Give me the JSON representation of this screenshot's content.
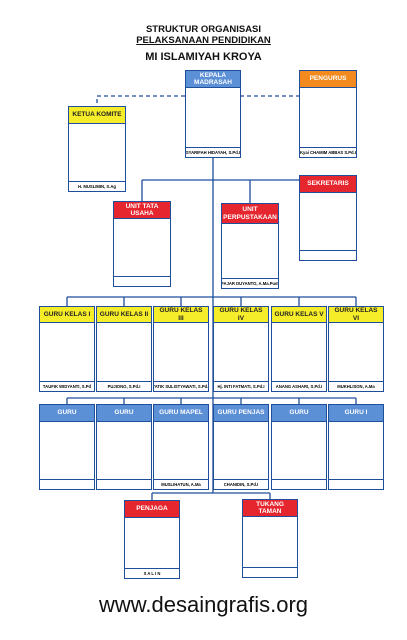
{
  "header": {
    "line1": "STRUKTUR ORGANISASI",
    "line2": "PELAKSANAAN PENDIDIKAN",
    "line3": "MI ISLAMIYAH KROYA"
  },
  "top": {
    "kepala": {
      "title": "KEPALA MADRASAH",
      "name": "SYARIFAH HIDAYAH, S.Pd.I"
    },
    "pengurus": {
      "title": "PENGURUS",
      "name": "Kyai CHAMIM ABBAS S.Pd.I"
    },
    "komite": {
      "title": "KETUA KOMITE",
      "name": "H. MUSLIMIN, S.Ag"
    }
  },
  "middle": {
    "tata_usaha": {
      "title": "UNIT TATA USAHA",
      "name": ""
    },
    "perpustakaan": {
      "title": "UNIT PERPUSTAKAAN",
      "name": "FAJAR DUYANTO, A.Ma.Pust"
    },
    "sekretaris": {
      "title": "SEKRETARIS",
      "name": ""
    }
  },
  "kelas": [
    {
      "title": "GURU KELAS I",
      "name": "TAUFIK WIDYANTI, S.Pd"
    },
    {
      "title": "GURU KELAS II",
      "name": "PUJIONO, S.Pd.I"
    },
    {
      "title": "GURU KELAS III",
      "name": "TATIK SULISTYAWATI, S.Pd.I"
    },
    {
      "title": "GURU KELAS IV",
      "name": "Hj. INTI FATMATI, S.Pd.I"
    },
    {
      "title": "GURU KELAS V",
      "name": "ANANG ASHARI, S.Pd.I"
    },
    {
      "title": "GURU KELAS VI",
      "name": "MUKHLISON, A.Ma"
    }
  ],
  "guru": [
    {
      "title": "GURU",
      "name": ""
    },
    {
      "title": "GURU",
      "name": ""
    },
    {
      "title": "GURU MAPEL",
      "name": "MUSLIHATUN, A.Ma"
    },
    {
      "title": "GURU PENJAS",
      "name": "CHANIDIN, S.Pd.I"
    },
    {
      "title": "GURU",
      "name": ""
    },
    {
      "title": "GURU I",
      "name": ""
    }
  ],
  "bottom": {
    "penjaga": {
      "title": "PENJAGA",
      "name": "S A L I N"
    },
    "tukang": {
      "title": "TUKANG TAMAN",
      "name": ""
    }
  },
  "footer": {
    "website": "www.desaingrafis.org"
  },
  "colors": {
    "line": "#1f4e9c",
    "blue": "#5b8fd6",
    "orange": "#f28a1e",
    "yellow": "#f5ec2a",
    "red": "#e6262e"
  }
}
